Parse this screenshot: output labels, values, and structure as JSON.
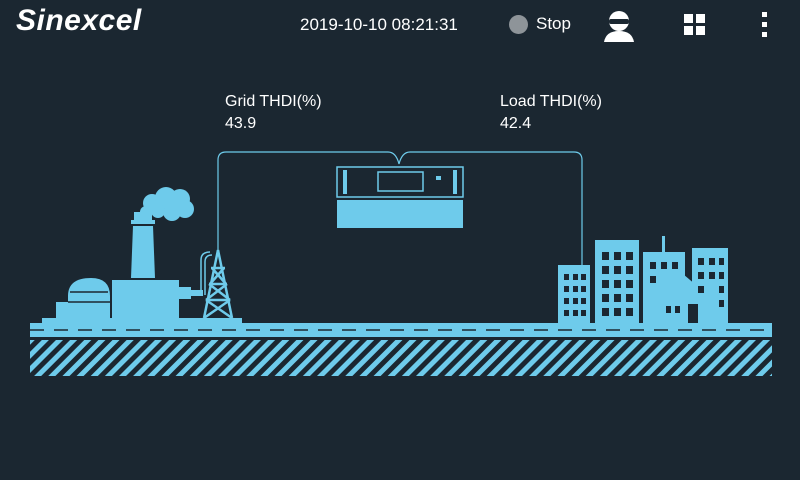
{
  "header": {
    "brand": "Sinexcel",
    "datetime": "2019-10-10 08:21:31",
    "status_label": "Stop",
    "status_color": "#8e9499",
    "user_icon": "user-avatar-icon",
    "grid_icon": "grid-menu-icon",
    "more_icon": "kebab-menu-icon"
  },
  "metrics": {
    "grid": {
      "label": "Grid THDI(%)",
      "value": "43.9"
    },
    "load": {
      "label": "Load THDI(%)",
      "value": "42.4"
    }
  },
  "colors": {
    "background": "#1b2731",
    "accent": "#6ecbeb"
  }
}
